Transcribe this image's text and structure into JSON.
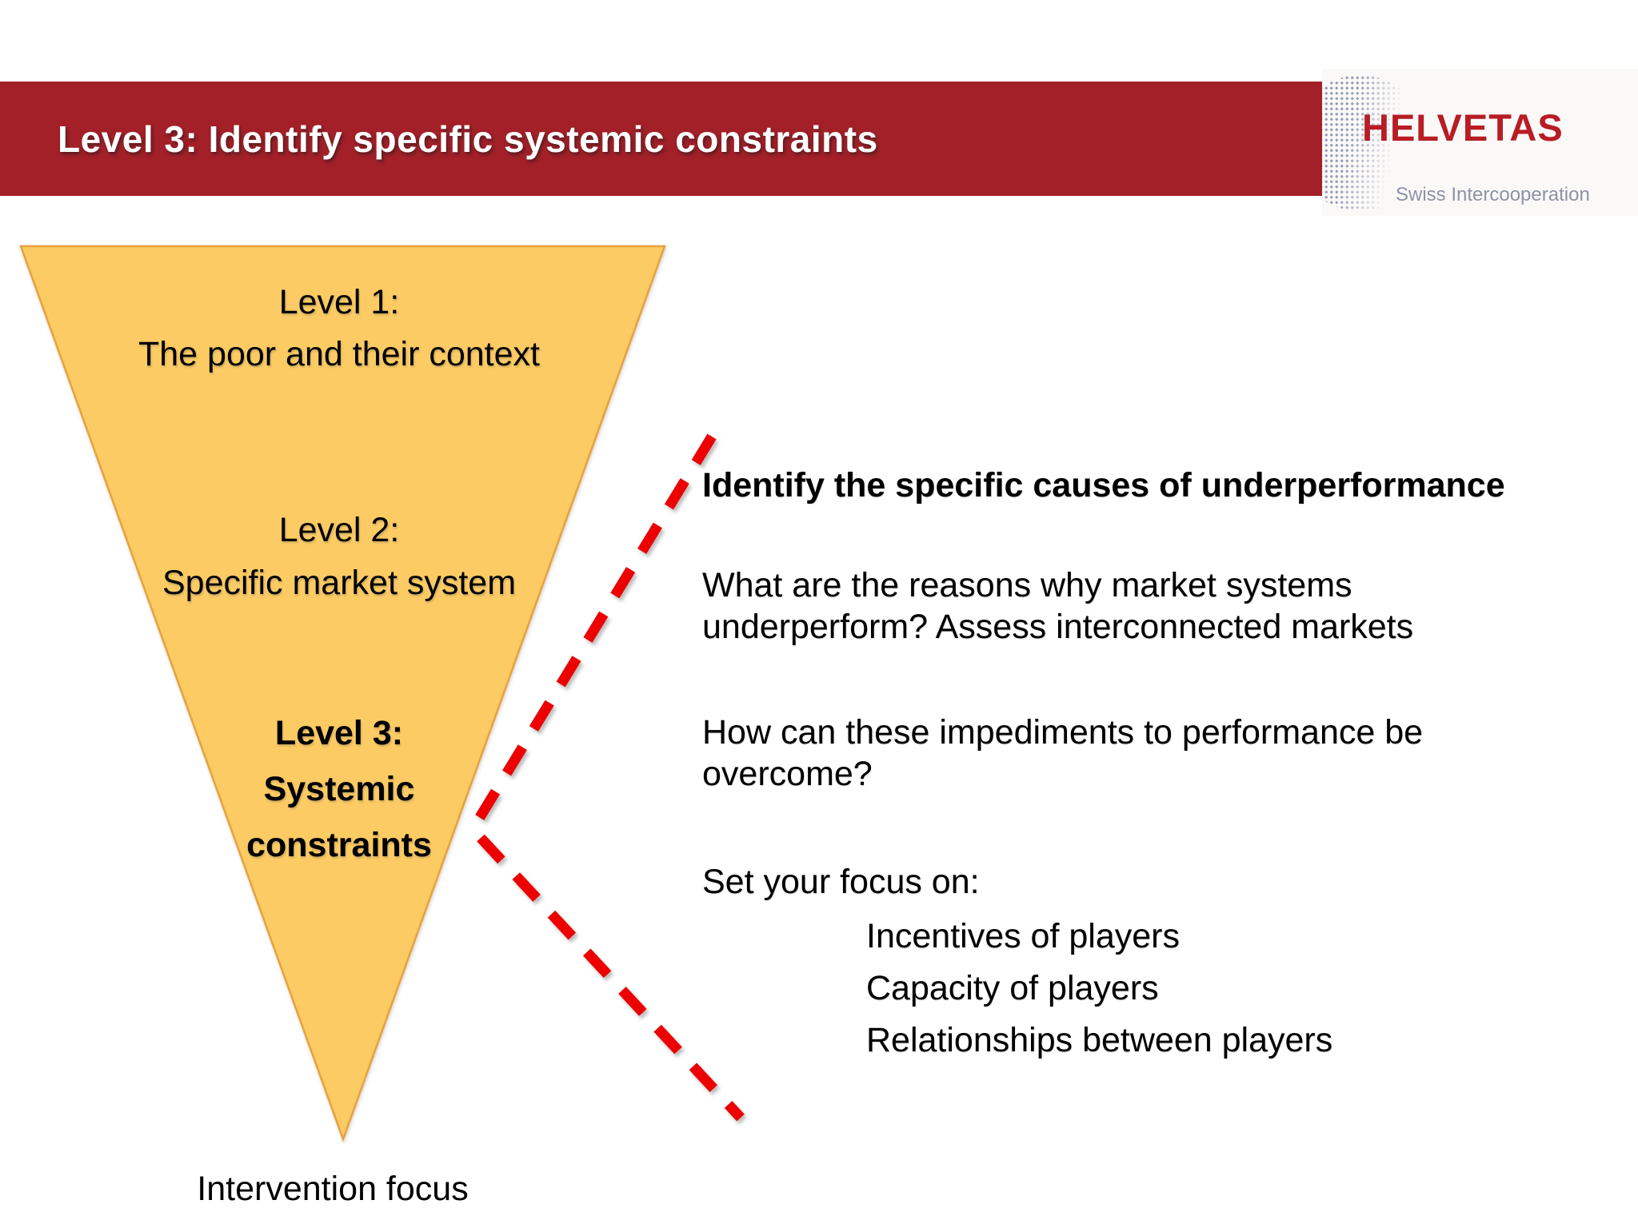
{
  "slide": {
    "title": "Level 3: Identify specific systemic constraints",
    "logo": {
      "name": "HELVETAS",
      "subtitle": "Swiss Intercooperation"
    },
    "funnel": {
      "level1_line1": "Level 1:",
      "level1_line2": "The poor and their context",
      "level2_line1": "Level 2:",
      "level2_line2": "Specific market system",
      "level3_line1": "Level 3:",
      "level3_line2": "Systemic",
      "level3_line3": "constraints",
      "caption": "Intervention focus"
    },
    "right_column": {
      "heading": "Identify the specific causes of underperformance",
      "para1_line1": "What are the reasons why market systems",
      "para1_line2": "underperform? Assess interconnected markets",
      "para2_line1": "How can these impediments to performance be",
      "para2_line2": "overcome?",
      "focus_label": "Set your focus on:",
      "focus_items": [
        "Incentives of players",
        "Capacity of players",
        "Relationships between players"
      ]
    },
    "colors": {
      "header_red": "#A32029",
      "funnel_fill": "#FCCB63",
      "funnel_border": "#E9A13B",
      "dash_red": "#EC0000",
      "logo_red": "#B81C24",
      "logo_gray": "#8C93A6"
    }
  }
}
